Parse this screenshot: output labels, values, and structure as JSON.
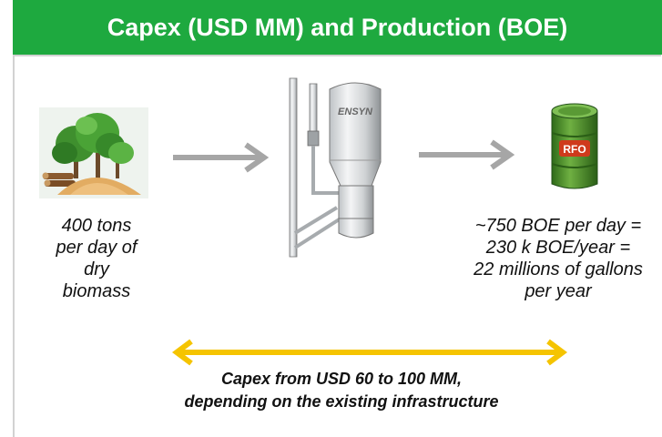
{
  "header": {
    "title": "Capex (USD MM) and Production (BOE)"
  },
  "biomass": {
    "caption_lines": [
      "400 tons",
      "per day of",
      "dry",
      "biomass"
    ],
    "icon": "trees-and-sawdust-icon"
  },
  "reactor": {
    "brand": "ENSYN",
    "icon": "pyrolysis-reactor-icon"
  },
  "output": {
    "barrel_label": "RFO",
    "caption_lines": [
      "~750 BOE per day =",
      "230 k BOE/year =",
      "22 millions of gallons",
      "per year"
    ],
    "icon": "oil-barrel-icon"
  },
  "capex": {
    "lines": [
      "Capex from USD 60 to 100 MM,",
      "depending on the existing infrastructure"
    ],
    "arrow_color": "#f5c400"
  },
  "colors": {
    "header_bg": "#1ea93f",
    "arrow_gray": "#a6a6a6",
    "barrel_green": "#4c8c2b"
  }
}
